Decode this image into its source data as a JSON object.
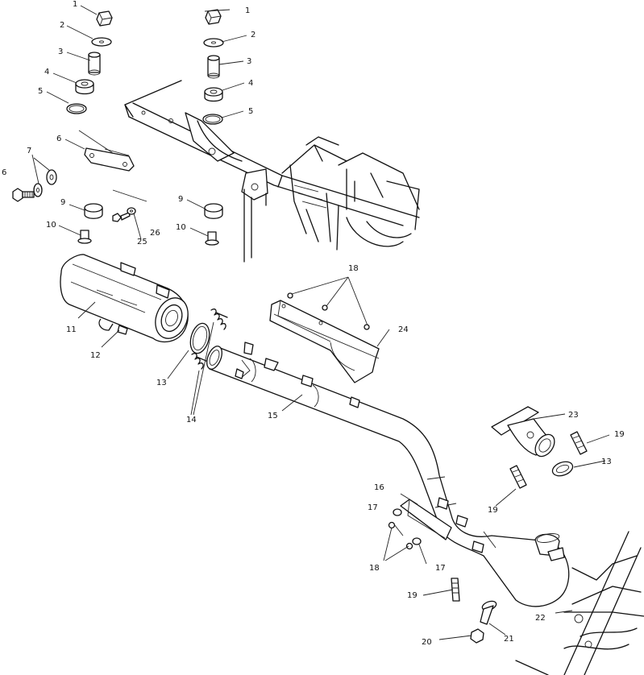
{
  "callouts": {
    "c1a": "1",
    "c1b": "1",
    "c2a": "2",
    "c2b": "2",
    "c3a": "3",
    "c3b": "3",
    "c4a": "4",
    "c4b": "4",
    "c5a": "5",
    "c5b": "5",
    "c6a": "6",
    "c6b": "6",
    "c7": "7",
    "c9a": "9",
    "c9b": "9",
    "c10a": "10",
    "c10b": "10",
    "c11": "11",
    "c12": "12",
    "c13a": "13",
    "c13b": "13",
    "c14": "14",
    "c15": "15",
    "c16": "16",
    "c17a": "17",
    "c17b": "17",
    "c18a": "18",
    "c18b": "18",
    "c19a": "19",
    "c19b": "19",
    "c19c": "19",
    "c20": "20",
    "c21": "21",
    "c22": "22",
    "c23": "23",
    "c24": "24",
    "c25": "25",
    "c26": "26"
  }
}
